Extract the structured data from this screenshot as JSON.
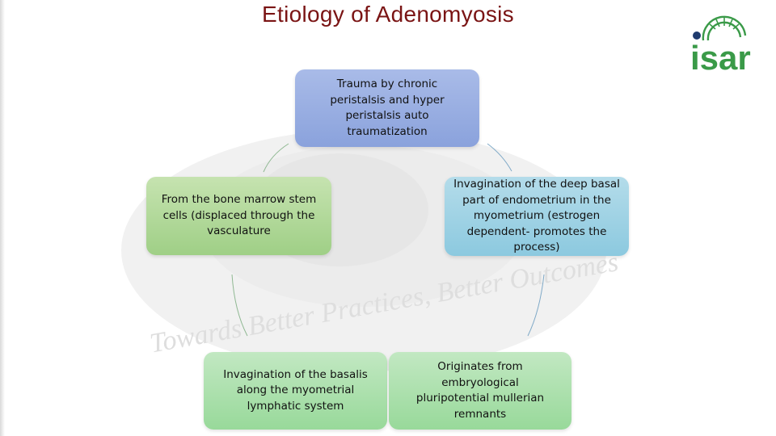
{
  "title": "Etiology of Adenomyosis",
  "logo": {
    "text": "isar",
    "color": "#3a9a48"
  },
  "watermark": {
    "tagline": "Towards Better Practices, Better Outcomes"
  },
  "boxes": {
    "top": "Trauma by chronic peristalsis and hyper peristalsis auto traumatization",
    "left": "From the bone marrow stem cells (displaced through the vasculature",
    "right": "Invagination of the deep basal part of endometrium in the myometrium (estrogen dependent- promotes the process)",
    "bottom_left": "Invagination of the basalis along the myometrial lymphatic system",
    "bottom_right": "Originates from embryological pluripotential mullerian remnants"
  },
  "colors": {
    "title": "#7a1414",
    "top_box": "#8aa2dc",
    "left_box": "#9fcf86",
    "right_box": "#8cc9df",
    "bottom_boxes": "#98d99a"
  }
}
